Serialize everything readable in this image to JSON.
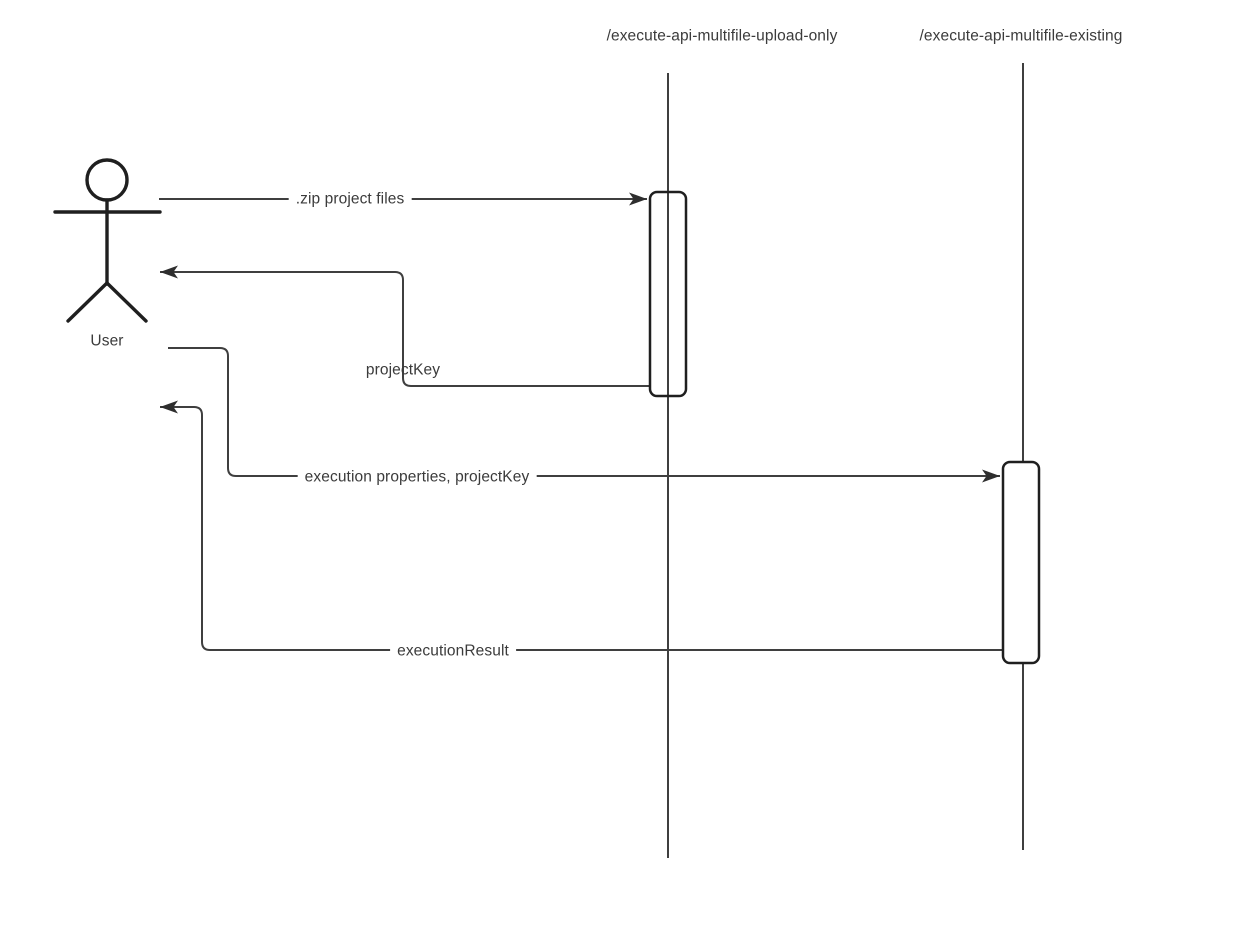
{
  "diagram": {
    "kind": "sequence-diagram",
    "background": "#ffffff",
    "colors": {
      "lifeline": "#3f3f3f",
      "message_line": "#3f3f3f",
      "shape_stroke": "#1f1f1f",
      "arrowhead": "#2e2e2e",
      "text": "#3b3b3b"
    },
    "actor": {
      "label": "User"
    },
    "endpoints": [
      {
        "label": "/execute-api-multifile-upload-only"
      },
      {
        "label": "/execute-api-multifile-existing"
      }
    ],
    "messages": [
      {
        "label": ".zip project files",
        "from": "User",
        "to": "/execute-api-multifile-upload-only",
        "direction": "right"
      },
      {
        "label": "projectKey",
        "from": "/execute-api-multifile-upload-only",
        "to": "User",
        "direction": "left"
      },
      {
        "label": "execution properties, projectKey",
        "from": "User",
        "to": "/execute-api-multifile-existing",
        "direction": "right"
      },
      {
        "label": "executionResult",
        "from": "/execute-api-multifile-existing",
        "to": "User",
        "direction": "left"
      }
    ]
  }
}
